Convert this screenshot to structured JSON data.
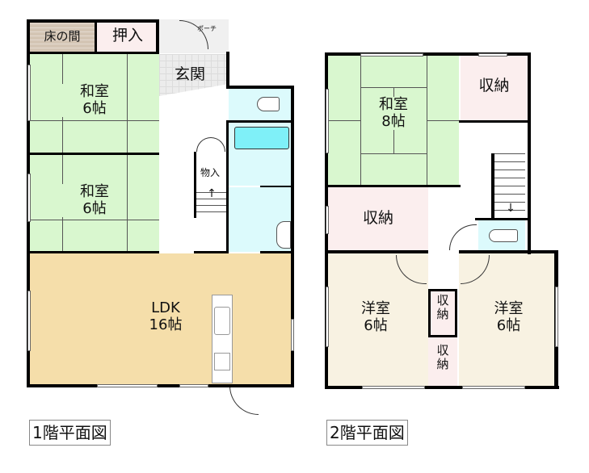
{
  "floor1": {
    "caption": "1階平面図",
    "rooms": {
      "tokonoma": "床の間",
      "oshiire": "押入",
      "porch": "ポーチ",
      "genkan": "玄関",
      "washitsu1": "和室\n6帖",
      "washitsu2": "和室\n6帖",
      "monoire": "物入",
      "ldk": "LDK\n16帖"
    }
  },
  "floor2": {
    "caption": "2階平面図",
    "rooms": {
      "washitsu": "和室\n8帖",
      "shuno_top": "収納",
      "shuno_mid": "収納",
      "yoshitsu_left": "洋室\n6帖",
      "yoshitsu_right": "洋室\n6帖",
      "shuno_small1": "収\n納",
      "shuno_small2": "収\n納"
    }
  },
  "colors": {
    "tatami": "#d9f7cf",
    "ldk": "#f5deaa",
    "storage": "#fbeeee",
    "tokonoma": "#d4c5b4",
    "wet": "#dcfafc",
    "bathtub": "#7ff0f8",
    "western": "#f8f2e2",
    "genkan": "#ececec"
  }
}
